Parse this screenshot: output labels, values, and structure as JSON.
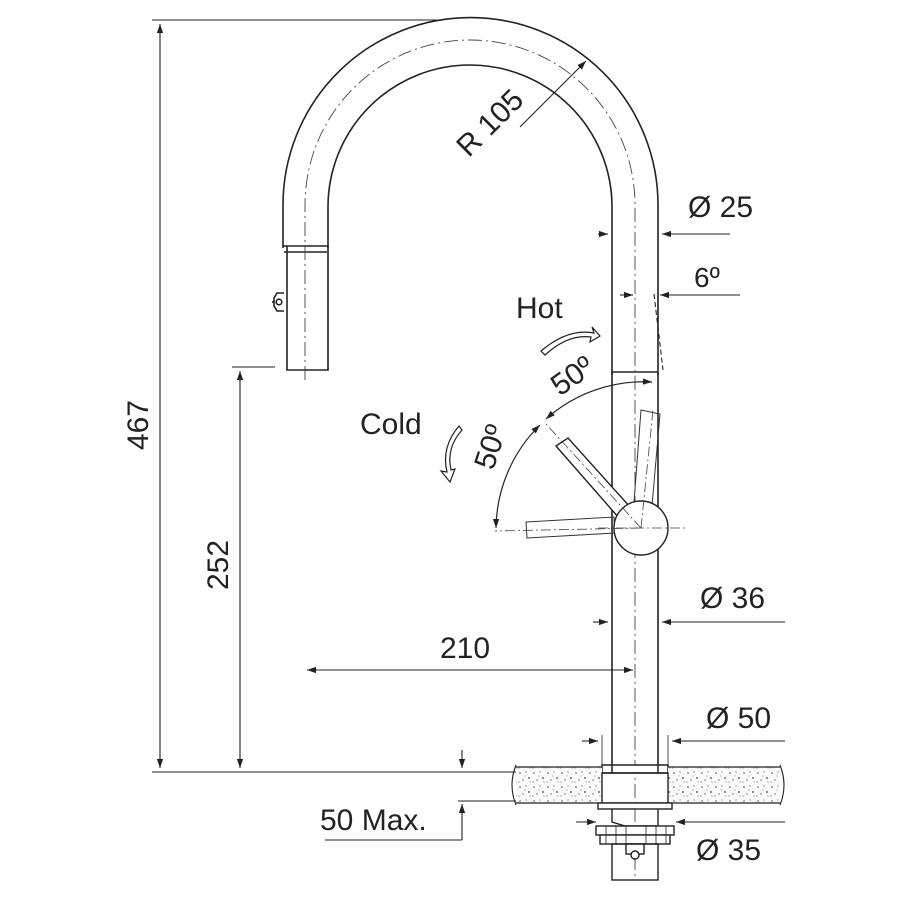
{
  "dimensions": {
    "total_height": "467",
    "spout_height": "252",
    "reach": "210",
    "radius": "R 105",
    "spout_diameter": "Ø 25",
    "tilt_angle": "6º",
    "body_diameter": "Ø 36",
    "base_diameter": "Ø 50",
    "fixing_diameter": "Ø 35",
    "max_thickness": "50 Max."
  },
  "lever": {
    "hot_label": "Hot",
    "cold_label": "Cold",
    "hot_angle": "50º",
    "cold_angle": "50º"
  },
  "colors": {
    "line": "#222222",
    "gray": "#666666",
    "speckle": "#555555",
    "background": "#ffffff"
  }
}
